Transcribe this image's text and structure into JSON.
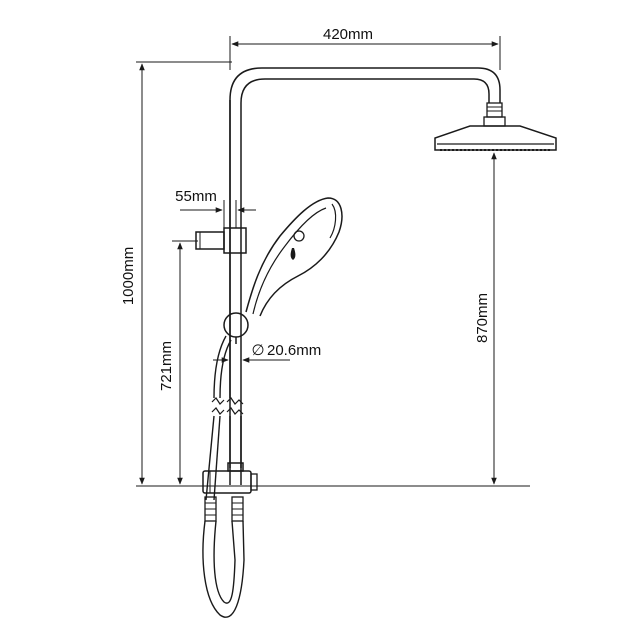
{
  "dimensions": {
    "width_label": "420mm",
    "offset_label": "55mm",
    "diameter_label": "20.6mm",
    "diameter_symbol": "∅",
    "total_height_label": "1000mm",
    "holder_height_label": "721mm",
    "head_height_label": "870mm"
  },
  "colors": {
    "line": "#1a1a1a",
    "background": "#ffffff"
  }
}
